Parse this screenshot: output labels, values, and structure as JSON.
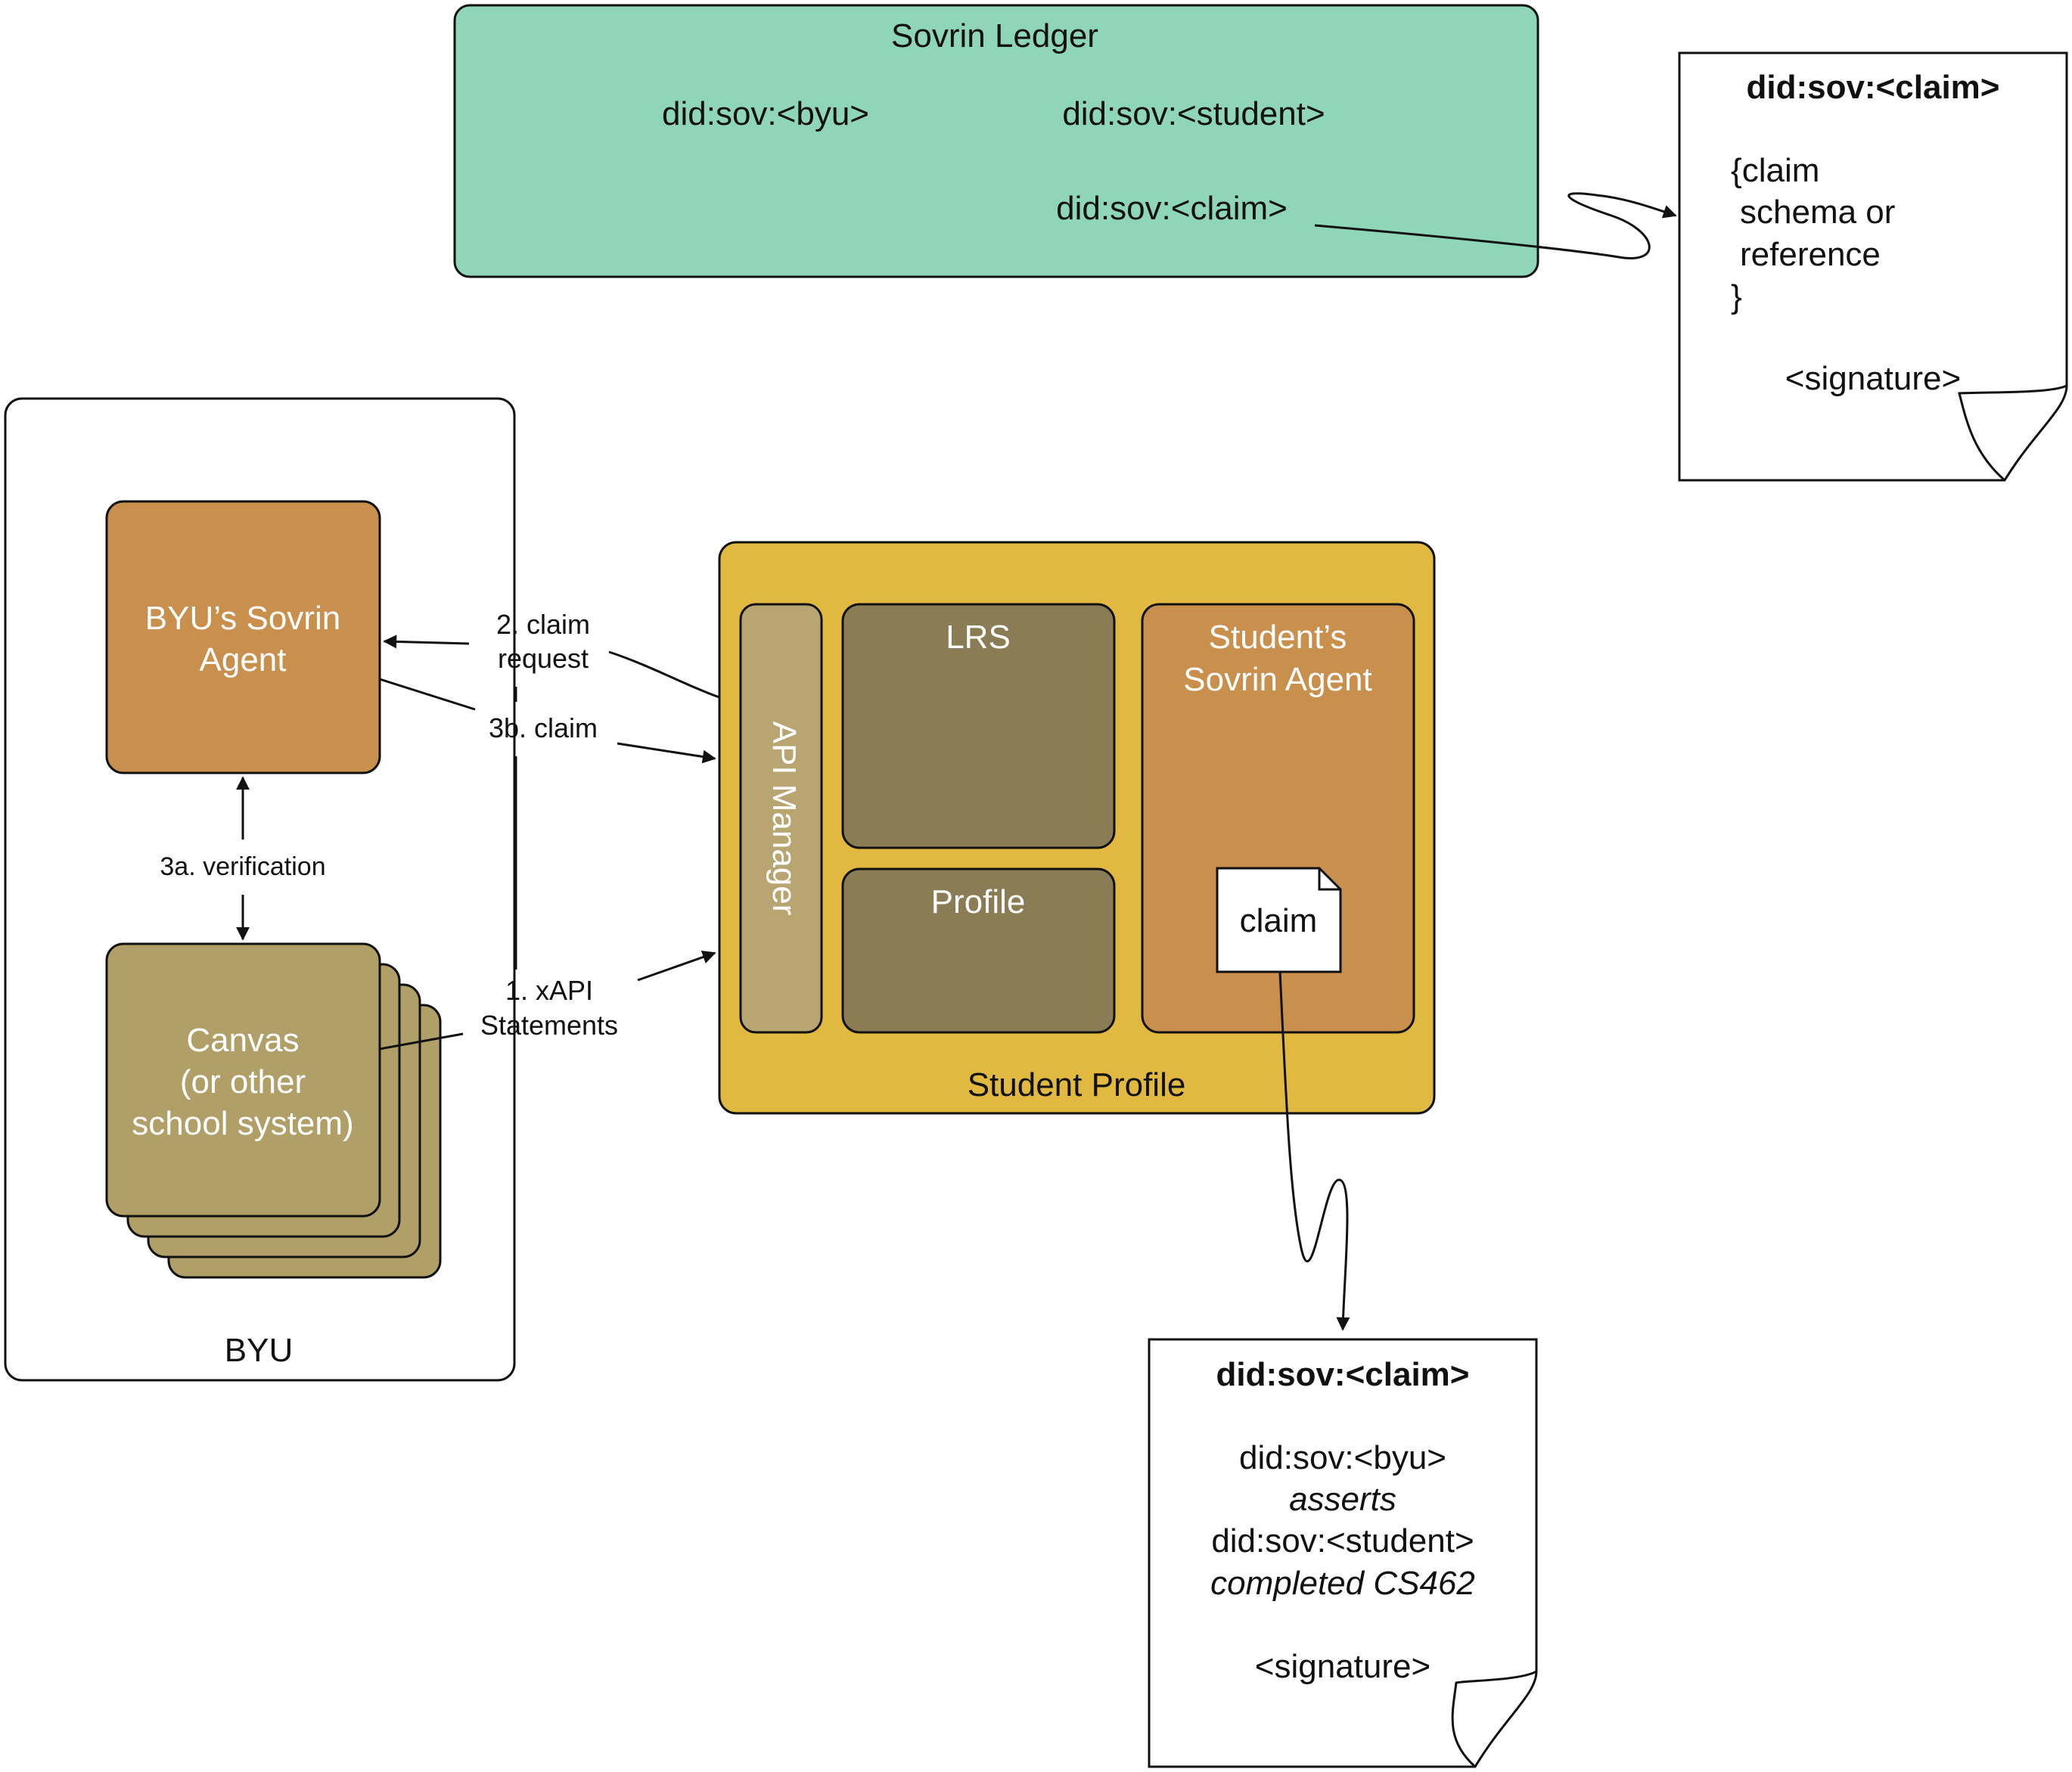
{
  "colors": {
    "ledger_fill": "#8fd6b8",
    "byu_agent_fill": "#c98f4c",
    "canvas_fill": "#b19f68",
    "student_profile_fill": "#e2b940",
    "api_manager_fill": "#b8a571",
    "lrs_fill": "#8a7c54",
    "student_agent_fill": "#c98f4c",
    "document_fill": "#ffffff",
    "stroke": "#111111"
  },
  "ledger": {
    "title": "Sovrin Ledger",
    "did_byu": "did:sov:<byu>",
    "did_student": "did:sov:<student>",
    "did_claim": "did:sov:<claim>"
  },
  "doc_top": {
    "title": "did:sov:<claim>",
    "line1": "{claim",
    "line2": "schema or",
    "line3": "reference",
    "line4": "}",
    "signature": "<signature>"
  },
  "byu": {
    "label": "BYU",
    "agent_line1": "BYU’s Sovrin",
    "agent_line2": "Agent",
    "canvas_line1": "Canvas",
    "canvas_line2": "(or other",
    "canvas_line3": "school system)"
  },
  "edges": {
    "claim_request_line1": "2. claim",
    "claim_request_line2": "request",
    "claim_3b": "3b. claim",
    "verification": "3a. verification",
    "xapi_line1": "1. xAPI",
    "xapi_line2": "Statements"
  },
  "student_profile": {
    "label": "Student Profile",
    "api_manager": "API Manager",
    "lrs": "LRS",
    "profile": "Profile",
    "agent_line1": "Student’s",
    "agent_line2": "Sovrin Agent",
    "claim": "claim"
  },
  "doc_bottom": {
    "title": "did:sov:<claim>",
    "line1": "did:sov:<byu>",
    "line2": "asserts",
    "line3": "did:sov:<student>",
    "line4": "completed CS462",
    "signature": "<signature>"
  }
}
